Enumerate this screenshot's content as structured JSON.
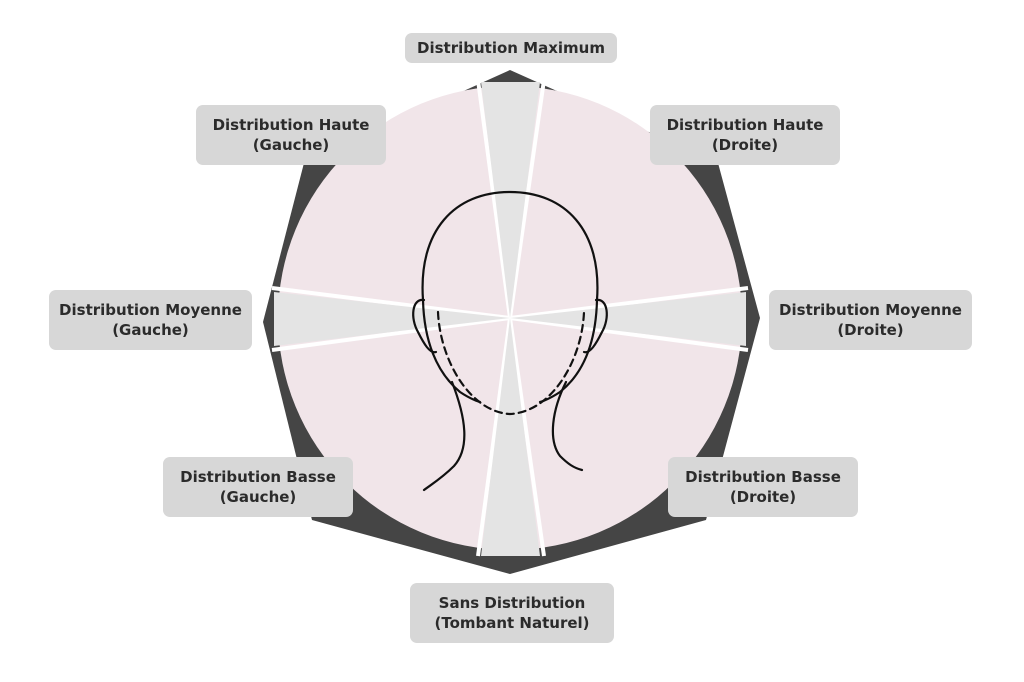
{
  "diagram": {
    "zones": {
      "maximum": {
        "line1": "Distribution Maximum",
        "line2": ""
      },
      "haute_gauche": {
        "line1": "Distribution Haute",
        "line2": "(Gauche)"
      },
      "haute_droite": {
        "line1": "Distribution Haute",
        "line2": "(Droite)"
      },
      "moyenne_gauche": {
        "line1": "Distribution Moyenne",
        "line2": "(Gauche)"
      },
      "moyenne_droite": {
        "line1": "Distribution Moyenne",
        "line2": "(Droite)"
      },
      "basse_gauche": {
        "line1": "Distribution Basse",
        "line2": "(Gauche)"
      },
      "basse_droite": {
        "line1": "Distribution Basse",
        "line2": "(Droite)"
      },
      "sans": {
        "line1": "Sans Distribution",
        "line2": "(Tombant Naturel)"
      }
    },
    "colors": {
      "sector_fill": "#f1e5e9",
      "wedge_fill": "#e4e4e4",
      "outline": "#454545",
      "label_bg": "#d7d7d7",
      "label_text": "#2b2b2b",
      "head_stroke": "#111111"
    }
  }
}
